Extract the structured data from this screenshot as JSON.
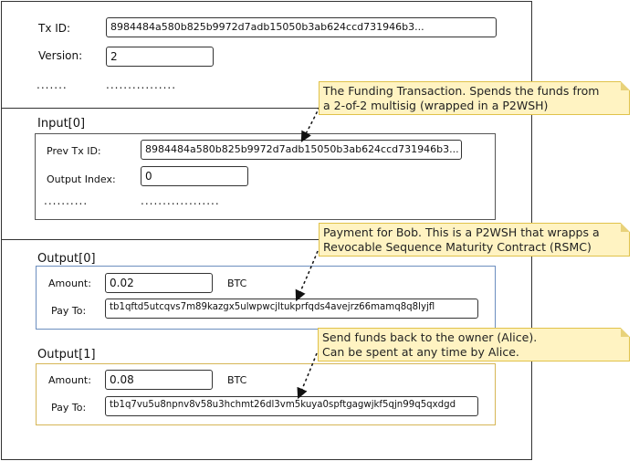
{
  "tx": {
    "txid_label": "Tx ID:",
    "txid_value": "8984484a580b825b9972d7adb15050b3ab624ccd731946b3...",
    "version_label": "Version:",
    "version_value": "2",
    "dots_left": ".......",
    "dots_right": "................"
  },
  "input0": {
    "title": "Input[0]",
    "prev_txid_label": "Prev Tx ID:",
    "prev_txid_value": "8984484a580b825b9972d7adb15050b3ab624ccd731946b3...",
    "output_index_label": "Output Index:",
    "output_index_value": "0",
    "dots_left": "..........",
    "dots_right": ".................."
  },
  "output0": {
    "title": "Output[0]",
    "amount_label": "Amount:",
    "amount_value": "0.02",
    "unit": "BTC",
    "payto_label": "Pay To:",
    "payto_value": "tb1qftd5utcqvs7m89kazgx5ulwpwcjltukprfqds4avejrz66mamq8q8lyjfl"
  },
  "output1": {
    "title": "Output[1]",
    "amount_label": "Amount:",
    "amount_value": "0.08",
    "unit": "BTC",
    "payto_label": "Pay To:",
    "payto_value": "tb1q7vu5u8npnv8v58u3hchmt26dl3vm5kuya0spftgagwjkf5qjn99q5qxdgd"
  },
  "notes": {
    "funding_line1": "The Funding Transaction.  Spends the funds from",
    "funding_line2": "a 2-of-2 multisig (wrapped in a P2WSH)",
    "bob_line1": "Payment for Bob. This is a P2WSH that wrapps a",
    "bob_line2": "Revocable Sequence Maturity Contract (RSMC)",
    "alice_line1": "Send funds back to the owner (Alice).",
    "alice_line2": "Can be spent at any time by Alice."
  },
  "colors": {
    "output0_border": "#6c8ebf",
    "output1_border": "#d6b656",
    "note_fill": "#fff3c2",
    "note_border": "#e0c24a"
  }
}
